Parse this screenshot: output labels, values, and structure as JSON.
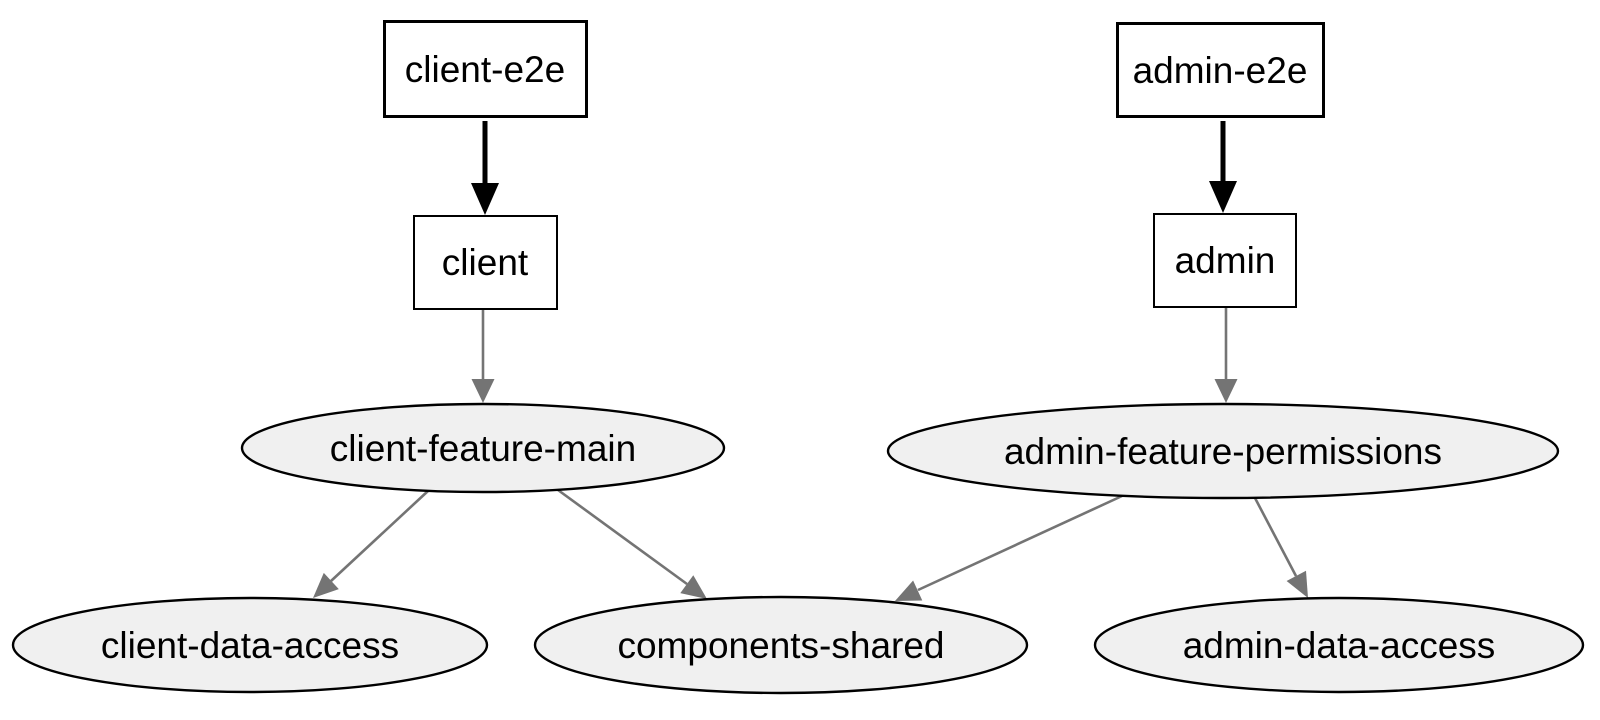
{
  "diagram": {
    "type": "dependency-graph",
    "background": "#ffffff",
    "colors": {
      "app_node_fill": "#ffffff",
      "lib_node_fill": "#f0f0f0",
      "node_border": "#000000",
      "edge_strong": "#000000",
      "edge_regular": "#747474",
      "label_text": "#000000"
    },
    "nodes": [
      {
        "id": "client-e2e",
        "label": "client-e2e",
        "shape": "rectangle",
        "kind": "e2e-app"
      },
      {
        "id": "admin-e2e",
        "label": "admin-e2e",
        "shape": "rectangle",
        "kind": "e2e-app"
      },
      {
        "id": "client",
        "label": "client",
        "shape": "rectangle",
        "kind": "app"
      },
      {
        "id": "admin",
        "label": "admin",
        "shape": "rectangle",
        "kind": "app"
      },
      {
        "id": "client-feature-main",
        "label": "client-feature-main",
        "shape": "ellipse",
        "kind": "lib"
      },
      {
        "id": "admin-feature-permissions",
        "label": "admin-feature-permissions",
        "shape": "ellipse",
        "kind": "lib"
      },
      {
        "id": "client-data-access",
        "label": "client-data-access",
        "shape": "ellipse",
        "kind": "lib"
      },
      {
        "id": "components-shared",
        "label": "components-shared",
        "shape": "ellipse",
        "kind": "lib"
      },
      {
        "id": "admin-data-access",
        "label": "admin-data-access",
        "shape": "ellipse",
        "kind": "lib"
      }
    ],
    "edges": [
      {
        "from": "client-e2e",
        "to": "client",
        "style": "bold-black"
      },
      {
        "from": "admin-e2e",
        "to": "admin",
        "style": "bold-black"
      },
      {
        "from": "client",
        "to": "client-feature-main",
        "style": "gray"
      },
      {
        "from": "admin",
        "to": "admin-feature-permissions",
        "style": "gray"
      },
      {
        "from": "client-feature-main",
        "to": "client-data-access",
        "style": "gray"
      },
      {
        "from": "client-feature-main",
        "to": "components-shared",
        "style": "gray"
      },
      {
        "from": "admin-feature-permissions",
        "to": "components-shared",
        "style": "gray"
      },
      {
        "from": "admin-feature-permissions",
        "to": "admin-data-access",
        "style": "gray"
      }
    ]
  }
}
